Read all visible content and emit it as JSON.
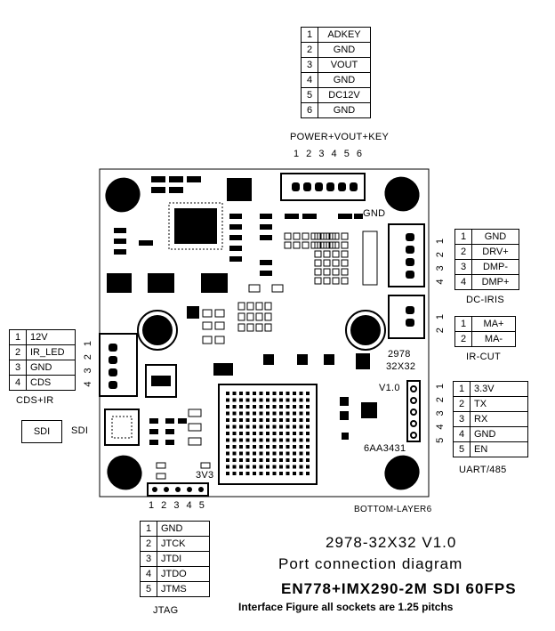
{
  "connectors": {
    "power": {
      "title": "POWER+VOUT+KEY",
      "pin_numbers": "1 2 3 4 5 6",
      "pins": [
        {
          "n": "1",
          "name": "ADKEY"
        },
        {
          "n": "2",
          "name": "GND"
        },
        {
          "n": "3",
          "name": "VOUT"
        },
        {
          "n": "4",
          "name": "GND"
        },
        {
          "n": "5",
          "name": "DC12V"
        },
        {
          "n": "6",
          "name": "GND"
        }
      ]
    },
    "dc_iris": {
      "title": "DC-IRIS",
      "pin_numbers": "4 3 2 1",
      "pins": [
        {
          "n": "1",
          "name": "GND"
        },
        {
          "n": "2",
          "name": "DRV+"
        },
        {
          "n": "3",
          "name": "DMP-"
        },
        {
          "n": "4",
          "name": "DMP+"
        }
      ]
    },
    "ir_cut": {
      "title": "IR-CUT",
      "pin_numbers": "2 1",
      "pins": [
        {
          "n": "1",
          "name": "MA+"
        },
        {
          "n": "2",
          "name": "MA-"
        }
      ]
    },
    "uart": {
      "title": "UART/485",
      "pin_numbers": "5 4 3 2 1",
      "pins": [
        {
          "n": "1",
          "name": "3.3V"
        },
        {
          "n": "2",
          "name": "TX"
        },
        {
          "n": "3",
          "name": "RX"
        },
        {
          "n": "4",
          "name": "GND"
        },
        {
          "n": "5",
          "name": "EN"
        }
      ]
    },
    "cds_ir": {
      "title": "CDS+IR",
      "pin_numbers": "4 3 2 1",
      "pins": [
        {
          "n": "1",
          "name": "12V"
        },
        {
          "n": "2",
          "name": "IR_LED"
        },
        {
          "n": "3",
          "name": "GND"
        },
        {
          "n": "4",
          "name": "CDS"
        }
      ]
    },
    "sdi": {
      "box": "SDI",
      "title": "SDI"
    },
    "jtag": {
      "title": "JTAG",
      "pin_numbers": "1 2 3 4 5",
      "pins": [
        {
          "n": "1",
          "name": "GND"
        },
        {
          "n": "2",
          "name": "JTCK"
        },
        {
          "n": "3",
          "name": "JTDI"
        },
        {
          "n": "4",
          "name": "JTDO"
        },
        {
          "n": "5",
          "name": "JTMS"
        }
      ]
    }
  },
  "board": {
    "gnd_label": "GND",
    "model_label": "2978",
    "size_label": "32X32",
    "version_small": "V1.0",
    "chip_label": "6AA3431",
    "rail_label": "3V3",
    "layer_label": "BOTTOM-LAYER6"
  },
  "footer": {
    "line1": "2978-32X32 V1.0",
    "line2": "Port connection diagram",
    "line3": "EN778+IMX290-2M SDI 60FPS",
    "line4": "Interface Figure  all sockets are 1.25 pitchs"
  }
}
